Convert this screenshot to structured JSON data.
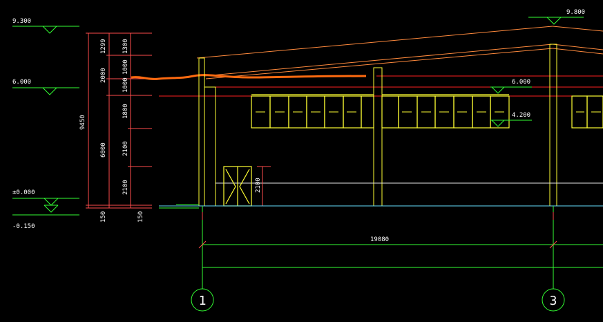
{
  "colors": {
    "background": "#000000",
    "dimension": "#ff4d4d",
    "level": "#33ff33",
    "wall": "#ffff33",
    "roof": "#ff8a3d",
    "text": "#ffffff",
    "ground": "#66e0ff"
  },
  "levels": {
    "ridge": "9.800",
    "eave": "9.300",
    "window_top_left": "6.000",
    "window_top_right": "6.000",
    "window_sill": "4.200",
    "ground": "±0.000",
    "outside": "-0.150"
  },
  "dims": {
    "total_height": "9450",
    "lower_height": "6000",
    "roof_part": "2000",
    "top_part": "1299",
    "seg_1300": "1300",
    "seg_1000_a": "1000",
    "seg_1000_b": "1000",
    "seg_1800": "1800",
    "seg_2100_a": "2100",
    "seg_2100_b": "2100",
    "base_a": "150",
    "base_b": "150",
    "door_height": "2100",
    "span": "19080"
  },
  "axes": {
    "left": "1",
    "right": "3"
  }
}
